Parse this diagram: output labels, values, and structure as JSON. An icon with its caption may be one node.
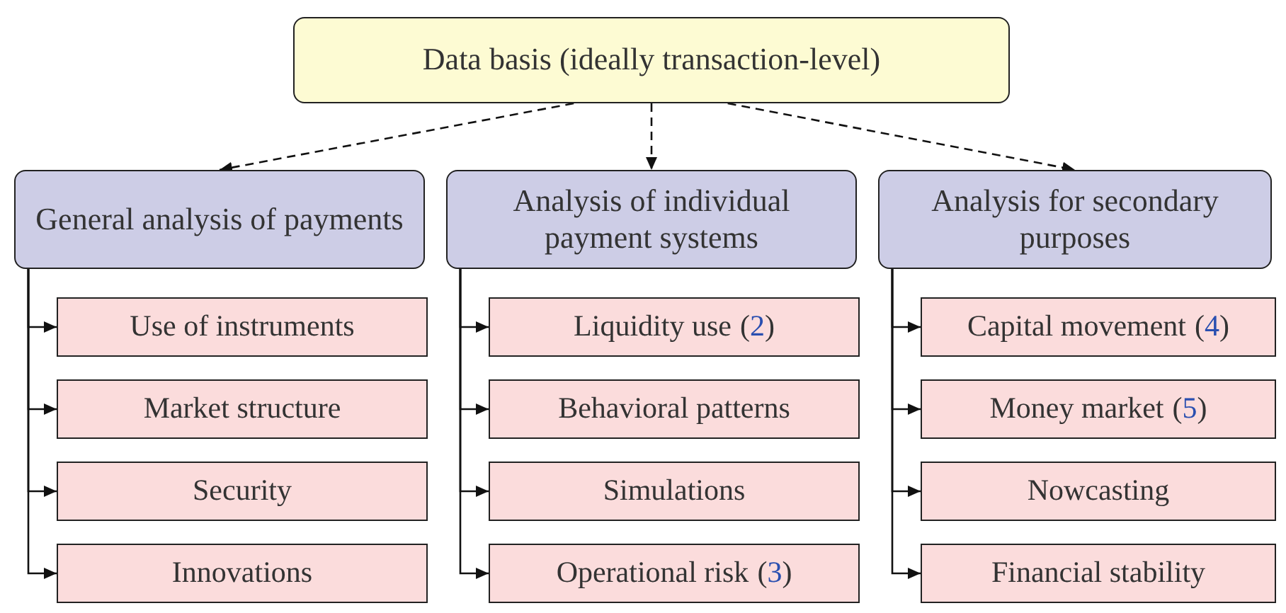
{
  "diagram": {
    "nodes": [
      {
        "text": [
          "Data basis (ideally transaction-level)"
        ]
      },
      {
        "text": [
          "General analysis of payments"
        ]
      },
      {
        "text": [
          "Analysis of individual payment systems"
        ]
      },
      {
        "text": [
          "Analysis for secondary purposes"
        ]
      },
      {
        "text": [
          "Use of instruments"
        ]
      },
      {
        "text": [
          "Market structure"
        ]
      },
      {
        "text": [
          "Security"
        ]
      },
      {
        "text": [
          "Innovations"
        ]
      },
      {
        "text": [
          "Liquidity use",
          "(2)"
        ]
      },
      {
        "text": [
          "Behavioral patterns"
        ]
      },
      {
        "text": [
          "Simulations"
        ]
      },
      {
        "text": [
          "Operational risk",
          "(3)"
        ]
      },
      {
        "text": [
          "Capital movement",
          "(4)"
        ]
      },
      {
        "text": [
          "Money market",
          "(5)"
        ]
      },
      {
        "text": [
          "Nowcasting"
        ]
      },
      {
        "text": [
          "Financial stability"
        ]
      }
    ],
    "edges": [
      {
        "from": 0,
        "to": 1,
        "arrow": "to",
        "style": "dashed"
      },
      {
        "from": 0,
        "to": 2,
        "arrow": "to",
        "style": "dashed"
      },
      {
        "from": 0,
        "to": 3,
        "arrow": "to",
        "style": "dashed"
      },
      {
        "from": 1,
        "to": 4,
        "arrow": "to"
      },
      {
        "from": 1,
        "to": 5,
        "arrow": "to"
      },
      {
        "from": 1,
        "to": 6,
        "arrow": "to"
      },
      {
        "from": 1,
        "to": 7,
        "arrow": "to"
      },
      {
        "from": 2,
        "to": 8,
        "arrow": "to"
      },
      {
        "from": 2,
        "to": 9,
        "arrow": "to"
      },
      {
        "from": 2,
        "to": 10,
        "arrow": "to"
      },
      {
        "from": 2,
        "to": 11,
        "arrow": "to"
      },
      {
        "from": 3,
        "to": 12,
        "arrow": "to"
      },
      {
        "from": 3,
        "to": 13,
        "arrow": "to"
      },
      {
        "from": 3,
        "to": 14,
        "arrow": "to"
      },
      {
        "from": 3,
        "to": 15,
        "arrow": "to"
      }
    ]
  }
}
